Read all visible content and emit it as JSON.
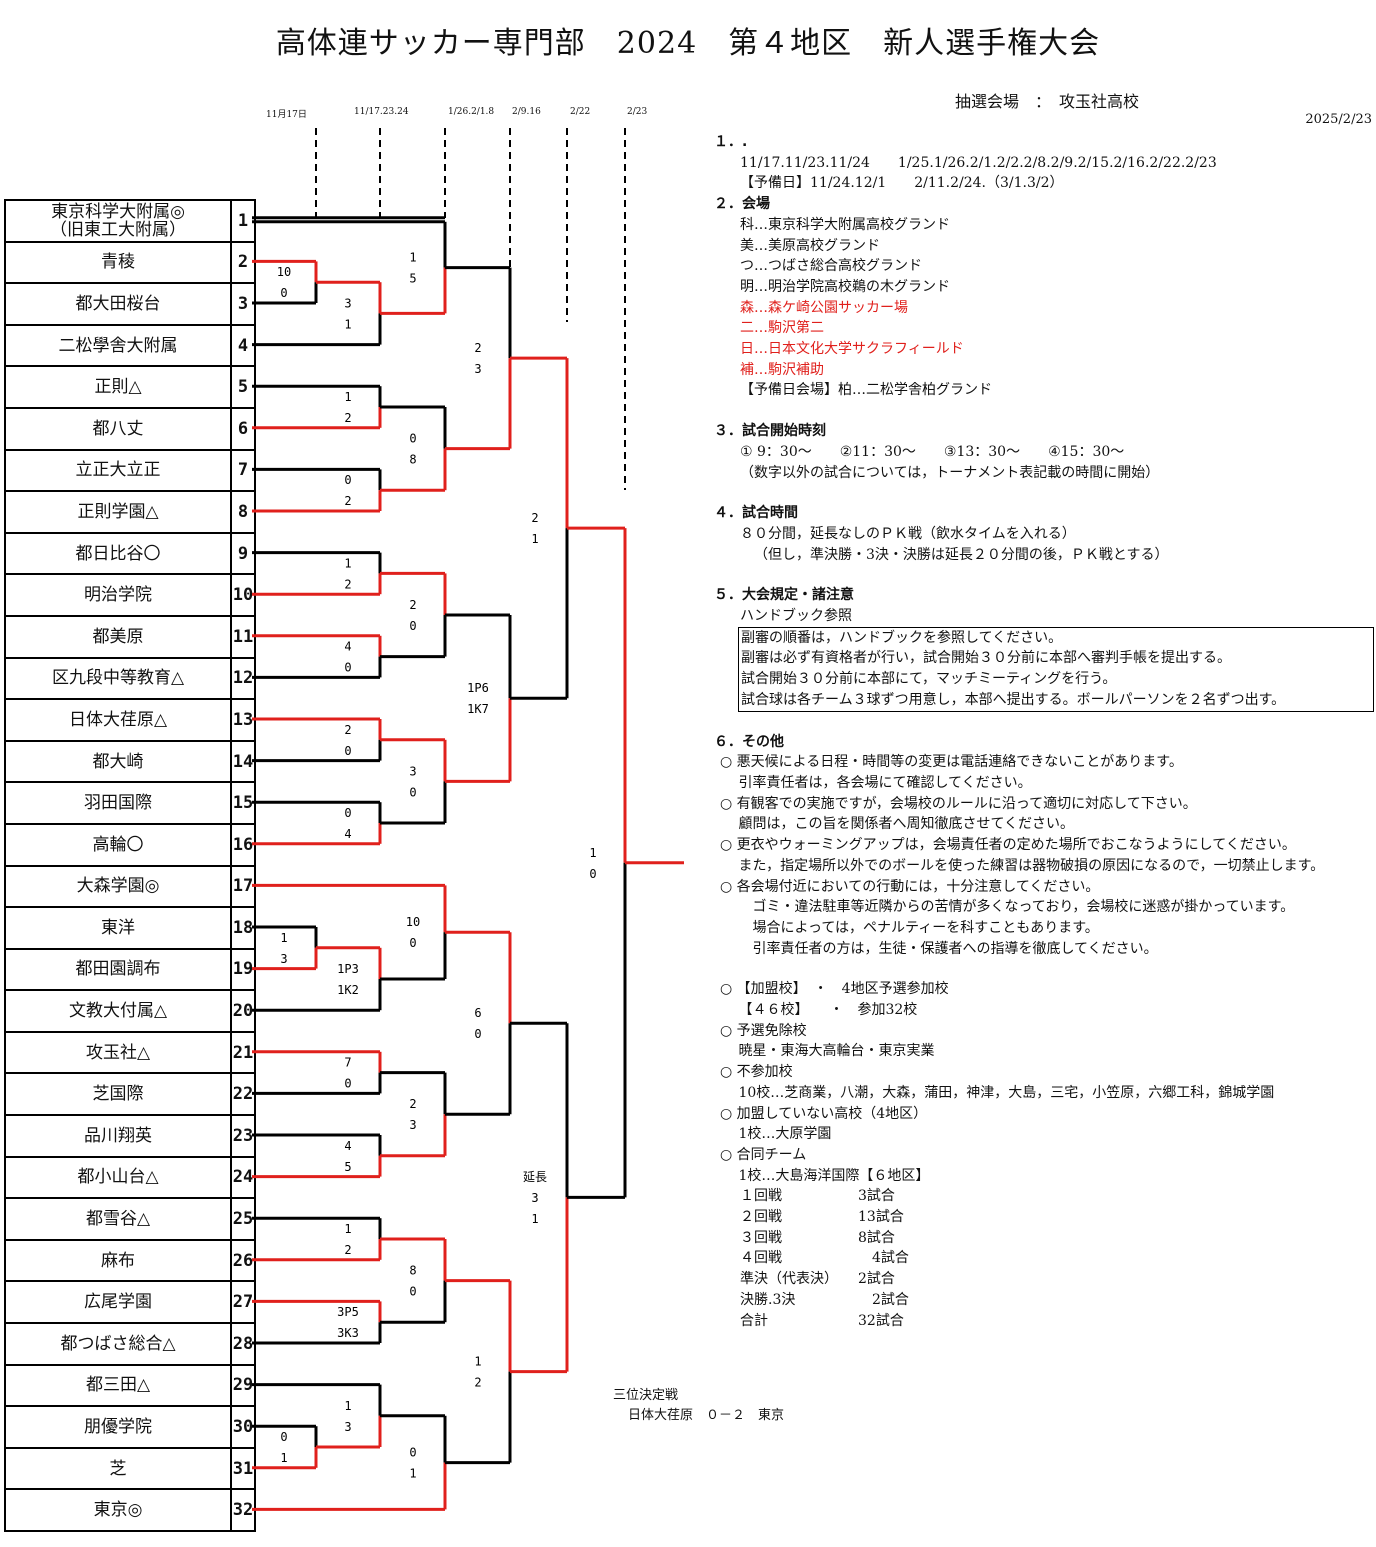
{
  "title": "高体連サッカー専門部　2024　第４地区　新人選手権大会",
  "venue": "抽選会場　：　攻玉社高校",
  "doc_date": "2025/2/23",
  "round_dates": [
    "11月17日",
    "11/17.23.24",
    "1/26.2/1.8",
    "2/9.16",
    "2/22",
    "2/23"
  ],
  "teams": [
    {
      "num": "1",
      "name": "東京科学大附属◎\n（旧東工大附属）"
    },
    {
      "num": "2",
      "name": "青稜"
    },
    {
      "num": "3",
      "name": "都大田桜台"
    },
    {
      "num": "4",
      "name": "二松學舎大附属"
    },
    {
      "num": "5",
      "name": "正則△"
    },
    {
      "num": "6",
      "name": "都八丈"
    },
    {
      "num": "7",
      "name": "立正大立正"
    },
    {
      "num": "8",
      "name": "正則学園△"
    },
    {
      "num": "9",
      "name": "都日比谷〇"
    },
    {
      "num": "10",
      "name": "明治学院"
    },
    {
      "num": "11",
      "name": "都美原"
    },
    {
      "num": "12",
      "name": "区九段中等教育△"
    },
    {
      "num": "13",
      "name": "日体大荏原△"
    },
    {
      "num": "14",
      "name": "都大崎"
    },
    {
      "num": "15",
      "name": "羽田国際"
    },
    {
      "num": "16",
      "name": "高輪〇"
    },
    {
      "num": "17",
      "name": "大森学園◎"
    },
    {
      "num": "18",
      "name": "東洋"
    },
    {
      "num": "19",
      "name": "都田園調布"
    },
    {
      "num": "20",
      "name": "文教大付属△"
    },
    {
      "num": "21",
      "name": "攻玉社△"
    },
    {
      "num": "22",
      "name": "芝国際"
    },
    {
      "num": "23",
      "name": "品川翔英"
    },
    {
      "num": "24",
      "name": "都小山台△"
    },
    {
      "num": "25",
      "name": "都雪谷△"
    },
    {
      "num": "26",
      "name": "麻布"
    },
    {
      "num": "27",
      "name": "広尾学園"
    },
    {
      "num": "28",
      "name": "都つばさ総合△"
    },
    {
      "num": "29",
      "name": "都三田△"
    },
    {
      "num": "30",
      "name": "朋優学院"
    },
    {
      "num": "31",
      "name": "芝"
    },
    {
      "num": "32",
      "name": "東京◎"
    }
  ],
  "scores": {
    "r1a": [
      "10",
      "0"
    ],
    "r1b": [
      "1",
      "3"
    ],
    "r1c": [
      "0",
      "1"
    ],
    "r2": [
      [
        "3",
        "1"
      ],
      [
        "1",
        "2"
      ],
      [
        "0",
        "2"
      ],
      [
        "1",
        "2"
      ],
      [
        "4",
        "0"
      ],
      [
        "2",
        "0"
      ],
      [
        "0",
        "4"
      ],
      [
        "1P3",
        "1K2"
      ],
      [
        "7",
        "0"
      ],
      [
        "4",
        "5"
      ],
      [
        "1",
        "2"
      ],
      [
        "3P5",
        "3K3"
      ],
      [
        "1",
        "3"
      ]
    ],
    "r3": [
      [
        "1",
        "5"
      ],
      [
        "0",
        "8"
      ],
      [
        "2",
        "0"
      ],
      [
        "3",
        "0"
      ],
      [
        "10",
        "0"
      ],
      [
        "2",
        "3"
      ],
      [
        "8",
        "0"
      ],
      [
        "0",
        "1"
      ]
    ],
    "qf": [
      [
        "2",
        "3"
      ],
      [
        "1P6",
        "1K7"
      ],
      [
        "6",
        "0"
      ],
      [
        "1",
        "2"
      ]
    ],
    "sf": [
      [
        "2",
        "1"
      ],
      [
        "延長",
        "3",
        "1"
      ]
    ],
    "final": [
      "1",
      "0"
    ]
  },
  "notes": {
    "s1_head": "１．.",
    "s1_l1": "11/17.11/23.11/24　　1/25.1/26.2/1.2/2.2/8.2/9.2/15.2/16.2/22.2/23",
    "s1_l2": "【予備日】11/24.12/1　　2/11.2/24.（3/1.3/2）",
    "s2_head": "２．会場",
    "s2_items": [
      "科…東京科学大附属高校グランド",
      "美…美原高校グランド",
      "つ…つばさ総合高校グランド",
      "明…明治学院高校鵜の木グランド"
    ],
    "s2_red": [
      "森…森ケ崎公園サッカー場",
      "二…駒沢第二",
      "日…日本文化大学サクラフィールド",
      "補…駒沢補助"
    ],
    "s2_spare": "【予備日会場】柏…二松学舎柏グランド",
    "s3_head": "３．試合開始時刻",
    "s3_l1": "① 9：30～　　②11：30～　　③13：30～　　④15：30～",
    "s3_l2": "（数字以外の試合については，トーナメント表記載の時間に開始）",
    "s4_head": "４．試合時間",
    "s4_l1": "８０分間，延長なしのＰＫ戦（飲水タイムを入れる）",
    "s4_l2": "（但し，準決勝・3決・決勝は延長２０分間の後，ＰＫ戦とする）",
    "s5_head": "５．大会規定・諸注意",
    "s5_l1": "ハンドブック参照",
    "s5_box": [
      "副審の順番は，ハンドブックを参照してください。",
      "副審は必ず有資格者が行い，試合開始３０分前に本部へ審判手帳を提出する。",
      "試合開始３０分前に本部にて，マッチミーティングを行う。",
      "試合球は各チーム３球ずつ用意し，本部へ提出する。ボールパーソンを２名ずつ出す。"
    ],
    "s6_head": "６．その他",
    "s6_lines": [
      "○ 悪天候による日程・時間等の変更は電話連絡できないことがあります。",
      "　 引率責任者は，各会場にて確認してください。",
      "○ 有観客での実施ですが，会場校のルールに沿って適切に対応して下さい。",
      "　 顧問は，この旨を関係者へ周知徹底させてください。",
      "○ 更衣やウォーミングアップは，会場責任者の定めた場所でおこなうようにしてください。",
      "　 また，指定場所以外でのボールを使った練習は器物破損の原因になるので，一切禁止します。",
      "○ 各会場付近においての行動には，十分注意してください。",
      "　　 ゴミ・違法駐車等近隣からの苦情が多くなっており，会場校に迷惑が掛かっています。",
      "　　 場合によっては，ペナルティーを科すこともあります。",
      "　　 引率責任者の方は，生徒・保護者への指導を徹底してください。"
    ],
    "s6_lines2": [
      "○ 【加盟校】　・　4地区予選参加校",
      "　 【４６校】　　・　参加32校",
      "○ 予選免除校",
      "　 暁星・東海大高輪台・東京実業",
      "○ 不参加校",
      "　 10校…芝商業，八潮，大森，蒲田，神津，大島，三宅，小笠原，六郷工科，錦城学園",
      "○ 加盟していない高校（4地区）",
      "　 1校…大原学園",
      "○ 合同チーム",
      "　 1校…大島海洋国際【６地区】"
    ],
    "rounds": [
      {
        "name": "１回戦",
        "count": "3試合"
      },
      {
        "name": "２回戦",
        "count": "13試合"
      },
      {
        "name": "３回戦",
        "count": "8試合"
      },
      {
        "name": "４回戦",
        "count": "　4試合"
      },
      {
        "name": "準決（代表決）",
        "count": "2試合"
      },
      {
        "name": "決勝.3決",
        "count": "　2試合"
      },
      {
        "name": "合計",
        "count": "32試合"
      }
    ]
  },
  "third_place": {
    "label": "三位決定戦",
    "result": "日体大荏原　０－２　東京"
  },
  "colors": {
    "win": "#e0201c",
    "line": "#000000"
  }
}
